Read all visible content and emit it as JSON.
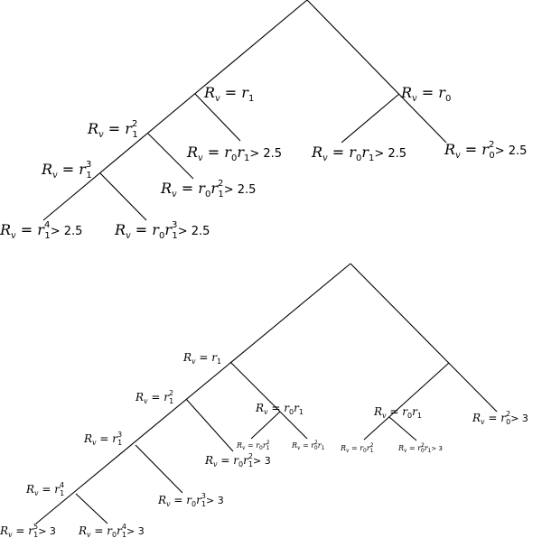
{
  "tree_top": {
    "labels": [
      {
        "id": "t-r0",
        "var": "R",
        "sub": "v",
        "rhs": "r",
        "rhs_sub": "0",
        "rhs_sup": "",
        "rhs2": "",
        "rhs2_sub": "",
        "rhs2_sup": "",
        "tail": ""
      },
      {
        "id": "t-r1",
        "var": "R",
        "sub": "v",
        "rhs": "r",
        "rhs_sub": "1",
        "rhs_sup": "",
        "rhs2": "",
        "rhs2_sub": "",
        "rhs2_sup": "",
        "tail": ""
      },
      {
        "id": "t-r1sq",
        "var": "R",
        "sub": "v",
        "rhs": "r",
        "rhs_sub": "1",
        "rhs_sup": "2",
        "rhs2": "",
        "rhs2_sub": "",
        "rhs2_sup": "",
        "tail": ""
      },
      {
        "id": "t-r1cu",
        "var": "R",
        "sub": "v",
        "rhs": "r",
        "rhs_sub": "1",
        "rhs_sup": "3",
        "rhs2": "",
        "rhs2_sub": "",
        "rhs2_sup": "",
        "tail": ""
      },
      {
        "id": "t-r0r1a",
        "var": "R",
        "sub": "v",
        "rhs": "r",
        "rhs_sub": "0",
        "rhs_sup": "",
        "rhs2": "r",
        "rhs2_sub": "1",
        "rhs2_sup": "",
        "tail": "> 2.5"
      },
      {
        "id": "t-r0r1b",
        "var": "R",
        "sub": "v",
        "rhs": "r",
        "rhs_sub": "0",
        "rhs_sup": "",
        "rhs2": "r",
        "rhs2_sub": "1",
        "rhs2_sup": "",
        "tail": "> 2.5"
      },
      {
        "id": "t-r0sq",
        "var": "R",
        "sub": "v",
        "rhs": "r",
        "rhs_sub": "0",
        "rhs_sup": "2",
        "rhs2": "",
        "rhs2_sub": "",
        "rhs2_sup": "",
        "tail": "> 2.5"
      },
      {
        "id": "t-r0r1sq",
        "var": "R",
        "sub": "v",
        "rhs": "r",
        "rhs_sub": "0",
        "rhs_sup": "",
        "rhs2": "r",
        "rhs2_sub": "1",
        "rhs2_sup": "2",
        "tail": "> 2.5"
      },
      {
        "id": "t-r14",
        "var": "R",
        "sub": "v",
        "rhs": "r",
        "rhs_sub": "1",
        "rhs_sup": "4",
        "rhs2": "",
        "rhs2_sub": "",
        "rhs2_sup": "",
        "tail": "> 2.5"
      },
      {
        "id": "t-r0r1cu",
        "var": "R",
        "sub": "v",
        "rhs": "r",
        "rhs_sub": "0",
        "rhs_sup": "",
        "rhs2": "r",
        "rhs2_sub": "1",
        "rhs2_sup": "3",
        "tail": "> 2.5"
      }
    ]
  },
  "tree_bottom": {
    "labels": [
      {
        "id": "b-r1",
        "var": "R",
        "sub": "v",
        "rhs": "r",
        "rhs_sub": "1",
        "rhs_sup": "",
        "rhs2": "",
        "rhs2_sub": "",
        "rhs2_sup": "",
        "tail": ""
      },
      {
        "id": "b-r1sq",
        "var": "R",
        "sub": "v",
        "rhs": "r",
        "rhs_sub": "1",
        "rhs_sup": "2",
        "rhs2": "",
        "rhs2_sub": "",
        "rhs2_sup": "",
        "tail": ""
      },
      {
        "id": "b-r1cu",
        "var": "R",
        "sub": "v",
        "rhs": "r",
        "rhs_sub": "1",
        "rhs_sup": "3",
        "rhs2": "",
        "rhs2_sub": "",
        "rhs2_sup": "",
        "tail": ""
      },
      {
        "id": "b-r14",
        "var": "R",
        "sub": "v",
        "rhs": "r",
        "rhs_sub": "1",
        "rhs_sup": "4",
        "rhs2": "",
        "rhs2_sub": "",
        "rhs2_sup": "",
        "tail": ""
      },
      {
        "id": "b-r0r1a",
        "var": "R",
        "sub": "v",
        "rhs": "r",
        "rhs_sub": "0",
        "rhs_sup": "",
        "rhs2": "r",
        "rhs2_sub": "1",
        "rhs2_sup": "",
        "tail": ""
      },
      {
        "id": "b-r0r1b",
        "var": "R",
        "sub": "v",
        "rhs": "r",
        "rhs_sub": "0",
        "rhs_sup": "",
        "rhs2": "r",
        "rhs2_sub": "1",
        "rhs2_sup": "",
        "tail": ""
      },
      {
        "id": "b-r0sq",
        "var": "R",
        "sub": "v",
        "rhs": "r",
        "rhs_sub": "0",
        "rhs_sup": "2",
        "rhs2": "",
        "rhs2_sub": "",
        "rhs2_sup": "",
        "tail": "> 3"
      },
      {
        "id": "b-r0r1sq",
        "var": "R",
        "sub": "v",
        "rhs": "r",
        "rhs_sub": "0",
        "rhs_sup": "",
        "rhs2": "r",
        "rhs2_sub": "1",
        "rhs2_sup": "2",
        "tail": "> 3"
      },
      {
        "id": "b-r0r1cu",
        "var": "R",
        "sub": "v",
        "rhs": "r",
        "rhs_sub": "0",
        "rhs_sup": "",
        "rhs2": "r",
        "rhs2_sub": "1",
        "rhs2_sup": "3",
        "tail": "> 3"
      },
      {
        "id": "b-r15",
        "var": "R",
        "sub": "v",
        "rhs": "r",
        "rhs_sub": "1",
        "rhs_sup": "5",
        "rhs2": "",
        "rhs2_sub": "",
        "rhs2_sup": "",
        "tail": "> 3"
      },
      {
        "id": "b-r0r14",
        "var": "R",
        "sub": "v",
        "rhs": "r",
        "rhs_sub": "0",
        "rhs_sup": "",
        "rhs2": "r",
        "rhs2_sub": "1",
        "rhs2_sup": "4",
        "tail": "> 3"
      },
      {
        "id": "b-s1",
        "var": "R",
        "sub": "v",
        "rhs": "r",
        "rhs_sub": "0",
        "rhs_sup": "",
        "rhs2": "r",
        "rhs2_sub": "1",
        "rhs2_sup": "2",
        "tail": ""
      },
      {
        "id": "b-s2",
        "var": "R",
        "sub": "v",
        "rhs": "r",
        "rhs_sub": "0",
        "rhs_sup": "2",
        "rhs2": "r",
        "rhs2_sub": "1",
        "rhs2_sup": "",
        "tail": ""
      },
      {
        "id": "b-s3",
        "var": "R",
        "sub": "v",
        "rhs": "r",
        "rhs_sub": "0",
        "rhs_sup": "",
        "rhs2": "r",
        "rhs2_sub": "1",
        "rhs2_sup": "2",
        "tail": ""
      },
      {
        "id": "b-s4",
        "var": "R",
        "sub": "v",
        "rhs": "r",
        "rhs_sub": "0",
        "rhs_sup": "2",
        "rhs2": "r",
        "rhs2_sub": "1",
        "rhs2_sup": "",
        "tail": "> 3"
      }
    ]
  }
}
